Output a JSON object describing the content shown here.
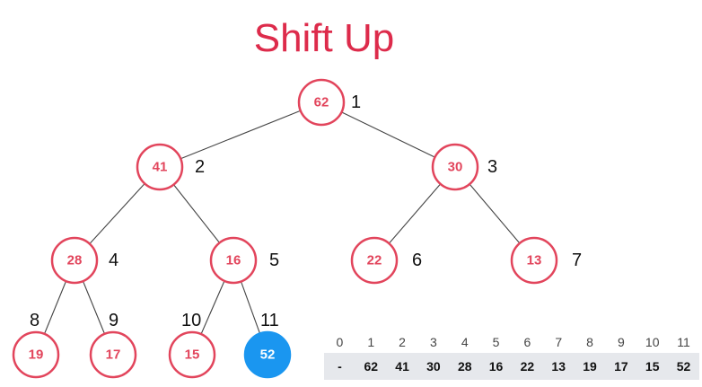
{
  "title": "Shift Up",
  "heap": {
    "nodes": [
      {
        "index": "1",
        "value": "62",
        "active": false
      },
      {
        "index": "2",
        "value": "41",
        "active": false
      },
      {
        "index": "3",
        "value": "30",
        "active": false
      },
      {
        "index": "4",
        "value": "28",
        "active": false
      },
      {
        "index": "5",
        "value": "16",
        "active": false
      },
      {
        "index": "6",
        "value": "22",
        "active": false
      },
      {
        "index": "7",
        "value": "13",
        "active": false
      },
      {
        "index": "8",
        "value": "19",
        "active": false
      },
      {
        "index": "9",
        "value": "17",
        "active": false
      },
      {
        "index": "10",
        "value": "15",
        "active": false
      },
      {
        "index": "11",
        "value": "52",
        "active": true
      }
    ]
  },
  "array": {
    "indices": [
      "0",
      "1",
      "2",
      "3",
      "4",
      "5",
      "6",
      "7",
      "8",
      "9",
      "10",
      "11"
    ],
    "values": [
      "-",
      "62",
      "41",
      "30",
      "28",
      "16",
      "22",
      "13",
      "19",
      "17",
      "15",
      "52"
    ]
  },
  "colors": {
    "title": "#dd2b4b",
    "node_border": "#e2455c",
    "active_node": "#1a96f0",
    "array_bg": "#e6e8ec"
  }
}
